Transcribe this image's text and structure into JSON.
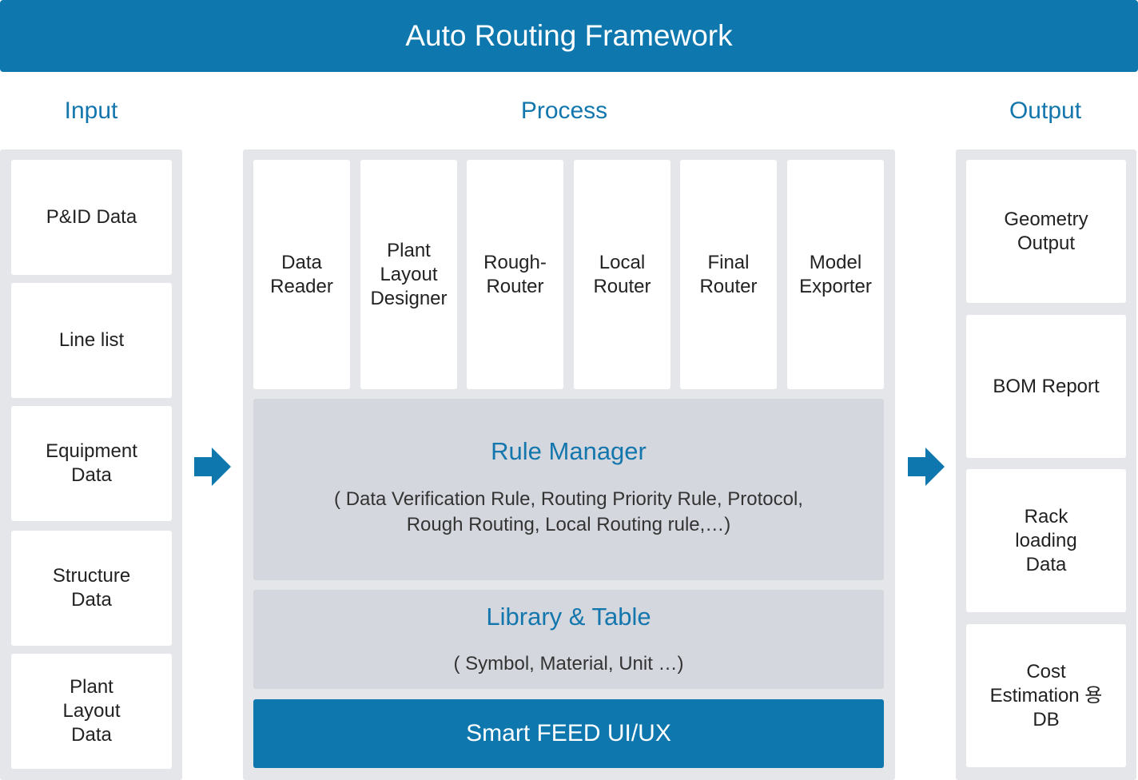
{
  "header": {
    "title": "Auto Routing Framework"
  },
  "columns": {
    "input_title": "Input",
    "process_title": "Process",
    "output_title": "Output"
  },
  "input": {
    "items": [
      {
        "label": "P&ID Data"
      },
      {
        "label": "Line list"
      },
      {
        "label": "Equipment\nData"
      },
      {
        "label": "Structure\nData"
      },
      {
        "label": "Plant\nLayout\nData"
      }
    ]
  },
  "process": {
    "modules": [
      {
        "label": "Data\nReader"
      },
      {
        "label": "Plant\nLayout\nDesigner"
      },
      {
        "label": "Rough-\nRouter"
      },
      {
        "label": "Local\nRouter"
      },
      {
        "label": "Final\nRouter"
      },
      {
        "label": "Model\nExporter"
      }
    ],
    "rule_manager": {
      "title": "Rule Manager",
      "description": "( Data Verification Rule, Routing Priority Rule, Protocol,\nRough Routing, Local Routing rule,…)"
    },
    "library": {
      "title": "Library & Table",
      "description": "( Symbol, Material, Unit …)"
    },
    "smart_feed": {
      "label": "Smart FEED UI/UX"
    }
  },
  "output": {
    "items": [
      {
        "label": "Geometry\nOutput"
      },
      {
        "label": "BOM Report"
      },
      {
        "label": "Rack\nloading\nData"
      },
      {
        "label": "Cost\nEstimation 용\nDB"
      }
    ]
  },
  "colors": {
    "accent": "#0e77ae",
    "heading": "#1376ad",
    "panel": "#e4e6ea",
    "block": "#d4d7dd"
  }
}
